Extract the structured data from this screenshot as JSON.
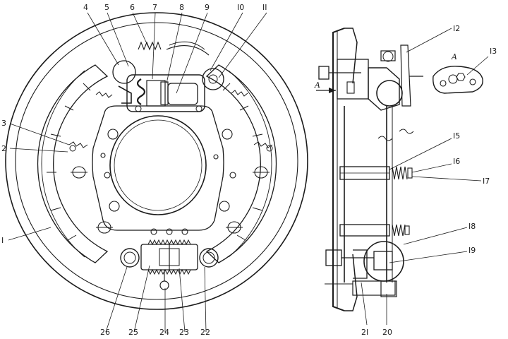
{
  "diagram": {
    "callouts": {
      "c1": "I",
      "c2": "2",
      "c3": "3",
      "c4": "4",
      "c5": "5",
      "c6": "6",
      "c7": "7",
      "c8": "8",
      "c9": "9",
      "c10": "I0",
      "c11": "II",
      "c12": "I2",
      "c13": "I3",
      "c15": "I5",
      "c16": "I6",
      "c17": "I7",
      "c18": "I8",
      "c19": "I9",
      "c20": "20",
      "c21": "2I",
      "c22": "22",
      "c23": "23",
      "c24": "24",
      "c25": "25",
      "c26": "26"
    },
    "section_marks": {
      "arrow_letter": "A",
      "view_label": "A"
    },
    "colors": {
      "ink": "#1b1b1b",
      "paper": "#ffffff"
    }
  }
}
